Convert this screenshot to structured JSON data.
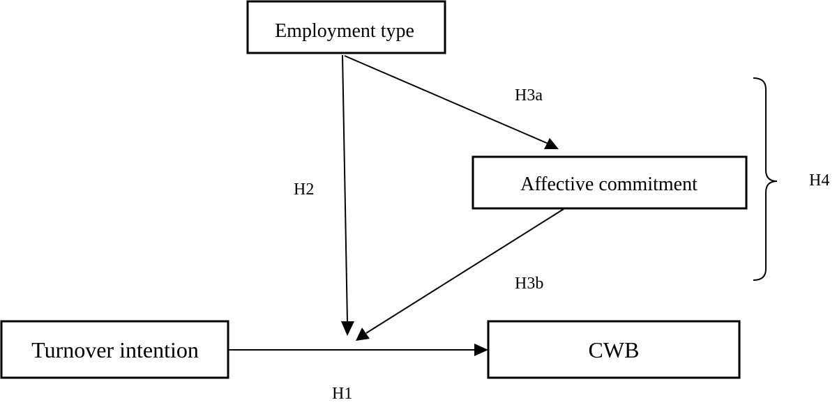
{
  "nodes": {
    "employment_type": "Employment type",
    "affective_commitment": "Affective commitment",
    "turnover_intention": "Turnover intention",
    "cwb": "CWB"
  },
  "paths": {
    "h1": "H1",
    "h2": "H2",
    "h3a": "H3a",
    "h3b": "H3b",
    "h4": "H4"
  },
  "colors": {
    "stroke": "#000000",
    "background": "#ffffff"
  }
}
